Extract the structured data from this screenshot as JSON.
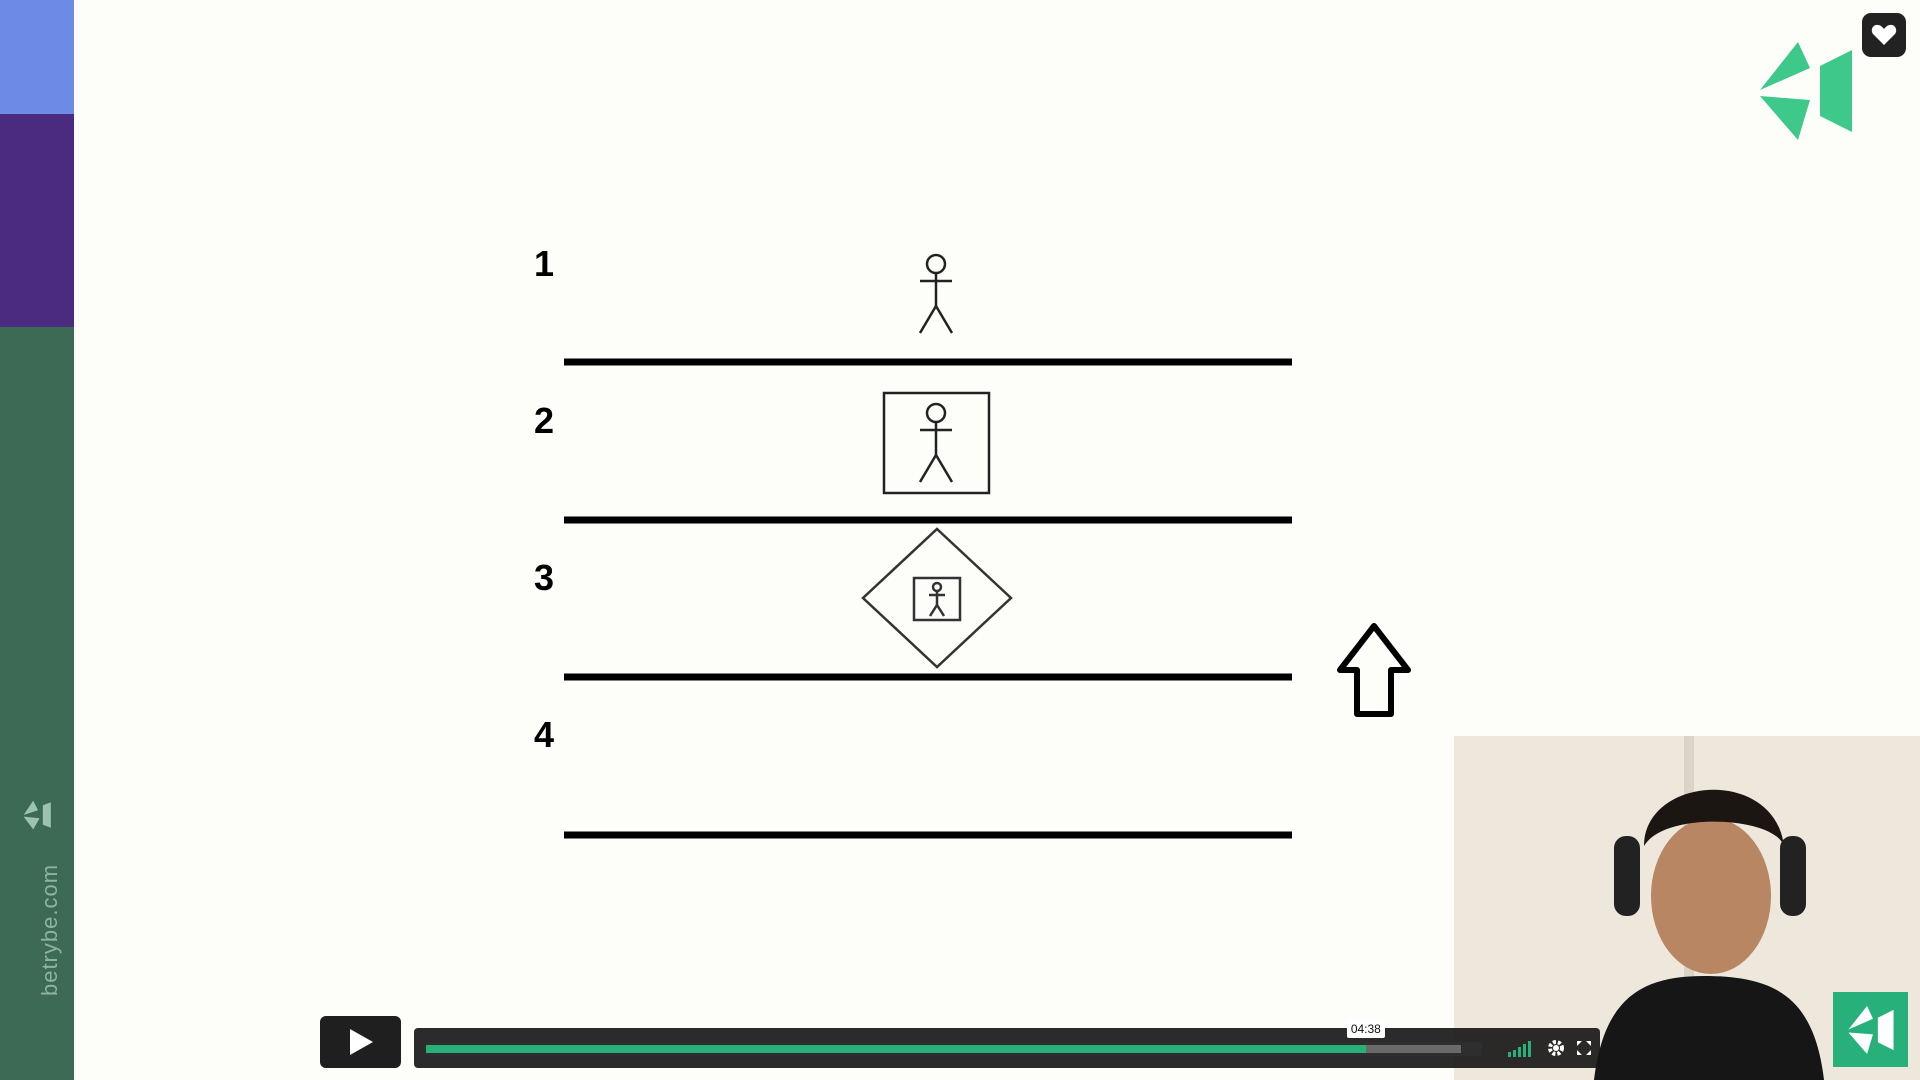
{
  "sidebar": {
    "domain": "betrybe.com",
    "colors": {
      "blue": "#6b8be6",
      "purple": "#4a2b80",
      "green": "#3d6a55"
    },
    "logo_icon": "trybe-logo-icon"
  },
  "header": {
    "logo_icon": "trybe-logo-icon",
    "favorite_icon": "heart-icon",
    "accent": "#3ec88a"
  },
  "slide": {
    "levels": [
      "1",
      "2",
      "3",
      "4"
    ],
    "arrow_icon": "arrow-up-icon"
  },
  "player": {
    "play_icon": "play-icon",
    "progress_fraction": 0.89,
    "time_tooltip": "04:38",
    "volume_icon": "volume-icon",
    "settings_icon": "gear-icon",
    "fullscreen_icon": "fullscreen-icon",
    "accent": "#27b07a"
  }
}
